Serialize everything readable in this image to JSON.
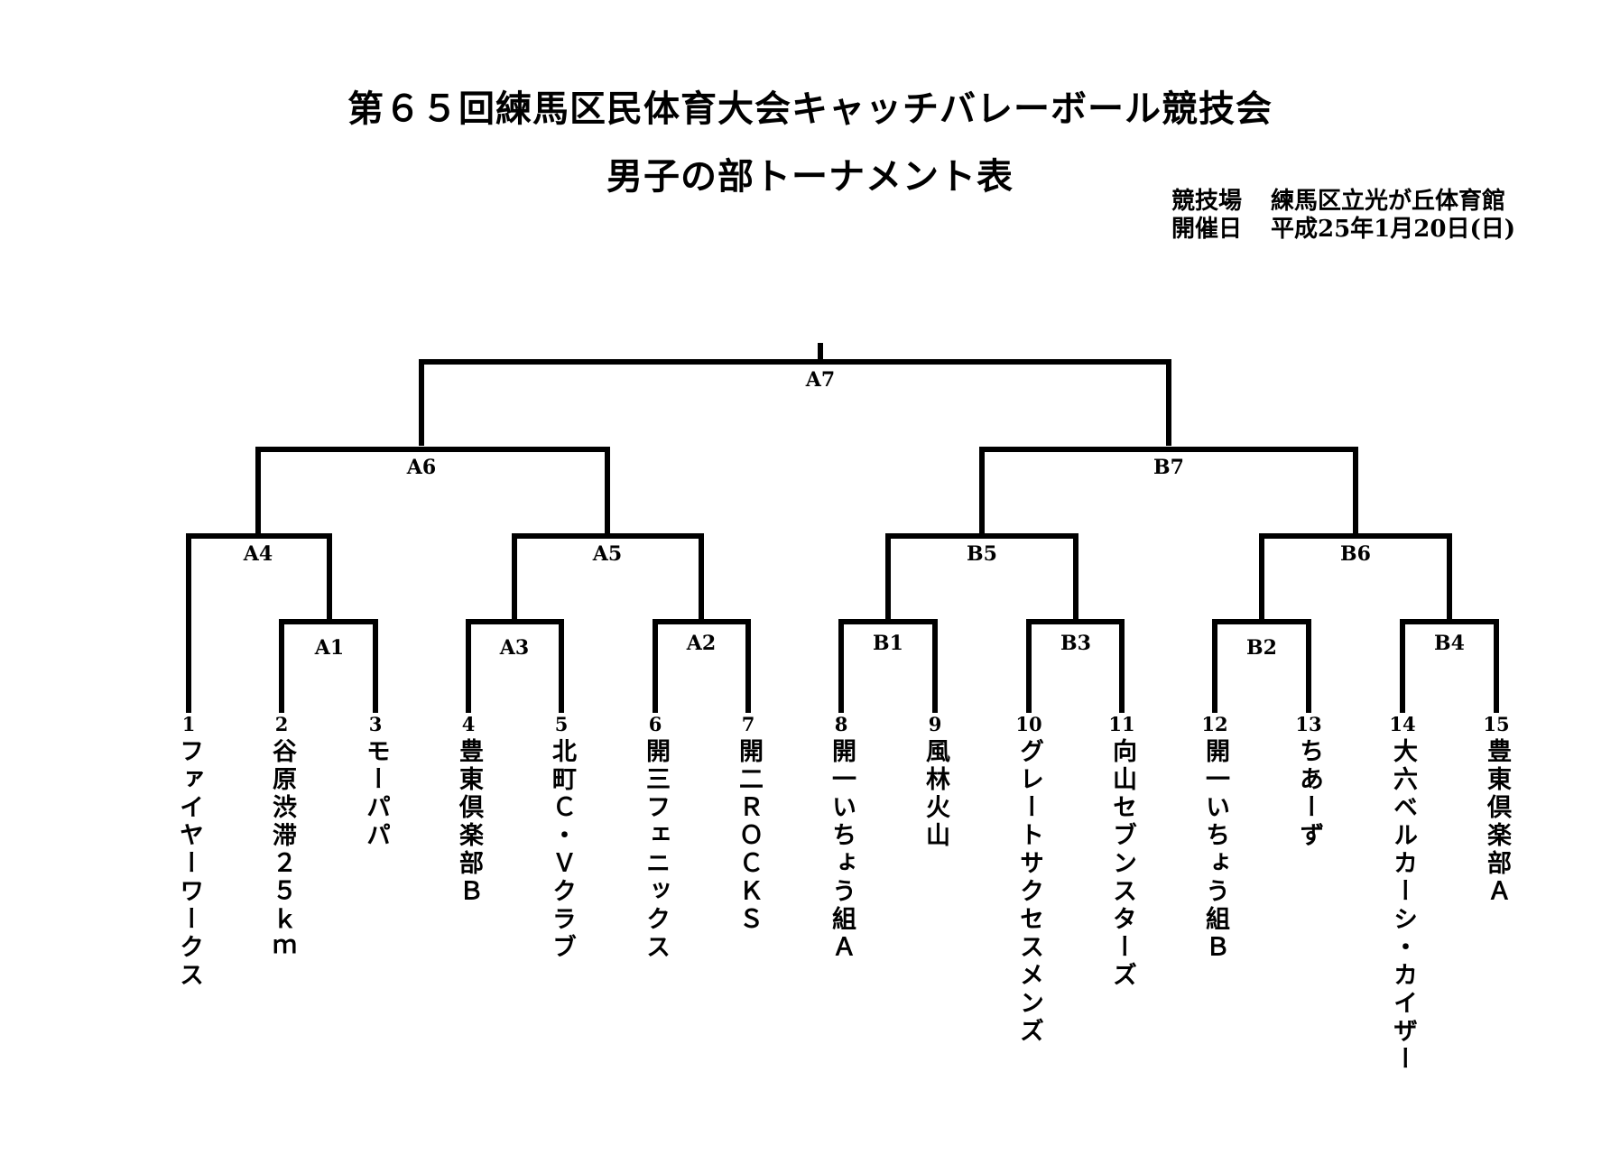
{
  "header": {
    "title_line1": "第６５回練馬区民体育大会キャッチバレーボール競技会",
    "title_line2": "男子の部トーナメント表",
    "venue_label": "競技場",
    "venue_value": "練馬区立光が丘体育館",
    "date_label": "開催日",
    "date_value": "平成25年1月20日(日)"
  },
  "teams": [
    {
      "seed": "1",
      "name": "ファイヤーワークス"
    },
    {
      "seed": "2",
      "name": "谷原渋滞２５ｋｍ"
    },
    {
      "seed": "3",
      "name": "モーパパ"
    },
    {
      "seed": "4",
      "name": "豊東倶楽部Ｂ"
    },
    {
      "seed": "5",
      "name": "北町Ｃ・Ｖクラブ"
    },
    {
      "seed": "6",
      "name": "開三フェニックス"
    },
    {
      "seed": "7",
      "name": "開二ＲＯＣＫＳ"
    },
    {
      "seed": "8",
      "name": "開一いちょう組Ａ"
    },
    {
      "seed": "9",
      "name": "風林火山"
    },
    {
      "seed": "10",
      "name": "グレートサクセスメンズ"
    },
    {
      "seed": "11",
      "name": "向山セブンスターズ"
    },
    {
      "seed": "12",
      "name": "開一いちょう組Ｂ"
    },
    {
      "seed": "13",
      "name": "ちあーず"
    },
    {
      "seed": "14",
      "name": "大六ベルカーシ・カイザー"
    },
    {
      "seed": "15",
      "name": "豊東倶楽部Ａ"
    }
  ],
  "matches": {
    "A1": "A1",
    "A2": "A2",
    "A3": "A3",
    "A4": "A4",
    "A5": "A5",
    "A6": "A6",
    "A7": "A7",
    "B1": "B1",
    "B2": "B2",
    "B3": "B3",
    "B4": "B4",
    "B5": "B5",
    "B6": "B6",
    "B7": "B7"
  }
}
